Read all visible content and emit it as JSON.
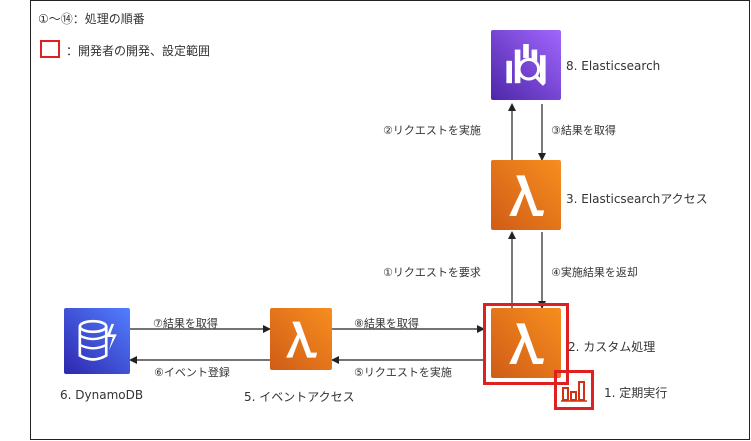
{
  "legend": {
    "order_note": "①〜⑭：処理の順番",
    "range_note": "：開発者の開発、設定範囲"
  },
  "nodes": {
    "elasticsearch": "8. Elasticsearch",
    "es_access": "3. Elasticsearchアクセス",
    "custom": "2. カスタム処理",
    "scheduled": "1. 定期実行",
    "event_access": "5. イベントアクセス",
    "dynamodb": "6. DynamoDB"
  },
  "edges": {
    "e1": "①リクエストを要求",
    "e2": "②リクエストを実施",
    "e3": "③結果を取得",
    "e4": "④実施結果を返却",
    "e5": "⑤リクエストを実施",
    "e6": "⑥イベント登録",
    "e7": "⑦結果を取得",
    "e8": "⑧結果を取得"
  },
  "colors": {
    "lambda": "#f78e1e",
    "dynamodb": "#3b48cc",
    "elasticsearch": "#8c4fff",
    "highlight": "#e02020"
  }
}
